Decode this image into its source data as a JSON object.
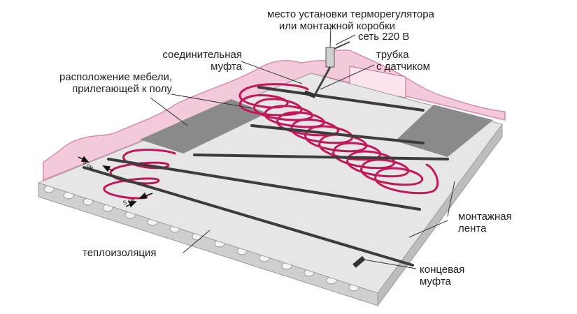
{
  "labels": {
    "thermostat": [
      "место установки терморегулятора",
      "или монтажной коробки"
    ],
    "mains": "сеть 220 В",
    "coupling": [
      "соединительная",
      "муфта"
    ],
    "sensor_tube": [
      "трубка",
      "с датчиком"
    ],
    "furniture": [
      "расположение мебели,",
      "прилегающей к полу"
    ],
    "mounting_tape": [
      "монтажная",
      "лента"
    ],
    "end_coupling": [
      "концевая",
      "муфта"
    ],
    "insulation": "теплоизоляция",
    "spacing_1": "5 см",
    "spacing_2": "5 см"
  },
  "colors": {
    "wall": "#f3c9dc",
    "wall_edge": "#d98ab2",
    "cable": "#c2185b",
    "cable_outer": "#7a1e4a",
    "tape": "#3c3c3c",
    "furniture": "#8a8a8a",
    "insulation_top": "#e6e6e6",
    "slab": "#cfcfcf"
  }
}
